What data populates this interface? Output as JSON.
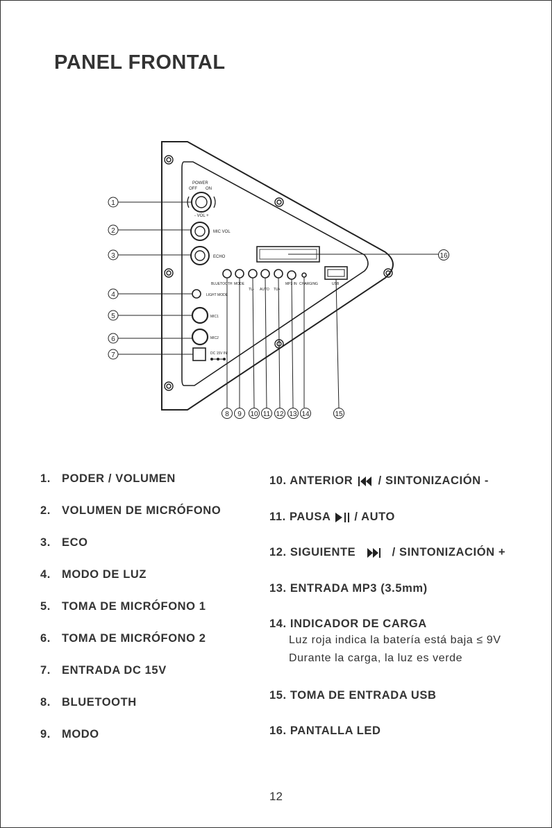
{
  "page": {
    "title": "PANEL FRONTAL",
    "page_number": "12"
  },
  "diagram": {
    "labels": {
      "power": "POWER",
      "off": "OFF",
      "on": "ON",
      "vol": "- VOL +",
      "mic_vol": "MIC VOL",
      "echo": "ECHO",
      "bluetooth": "BLUETOOTH",
      "mode": "MODE",
      "prev": "TU-",
      "auto": "AUTO",
      "next": "TU+",
      "mp3in": "MP3 IN",
      "charging": "CHARGING",
      "usb": "USB",
      "light_mode": "LIGHT MODE",
      "mic1": "MIC1",
      "mic2": "MIC2",
      "dc": "DC 15V IN"
    },
    "callouts": [
      "1",
      "2",
      "3",
      "4",
      "5",
      "6",
      "7",
      "8",
      "9",
      "10",
      "11",
      "12",
      "13",
      "14",
      "15",
      "16"
    ]
  },
  "left_list": [
    {
      "num": "1.",
      "text": "PODER / VOLUMEN"
    },
    {
      "num": "2.",
      "text": "VOLUMEN DE MICRÓFONO"
    },
    {
      "num": "3.",
      "text": "ECO"
    },
    {
      "num": "4.",
      "text": "MODO DE LUZ"
    },
    {
      "num": "5.",
      "text": "TOMA DE MICRÓFONO 1"
    },
    {
      "num": "6.",
      "text": "TOMA DE MICRÓFONO 2"
    },
    {
      "num": "7.",
      "text": "ENTRADA DC 15V"
    },
    {
      "num": "8.",
      "text": "BLUETOOTH"
    },
    {
      "num": "9.",
      "text": "MODO"
    }
  ],
  "right_list": {
    "i10_a": "10. ANTERIOR",
    "i10_b": "/ SINTONIZACIÓN -",
    "i11_a": "11. PAUSA",
    "i11_b": "/ AUTO",
    "i12_a": "12. SIGUIENTE",
    "i12_b": "/ SINTONIZACIÓN +",
    "i13": "13. ENTRADA MP3 (3.5mm)",
    "i14": "14. INDICADOR DE CARGA",
    "i14_sub1_a": "Luz roja indica la batería está baja",
    "i14_sub1_b": "≤",
    "i14_sub1_c": "9V",
    "i14_sub2": "Durante la carga, la luz es verde",
    "i15": "15. TOMA DE ENTRADA USB",
    "i16": "16. PANTALLA LED"
  },
  "icons": {
    "prev": "skip-previous-icon",
    "play_pause": "play-pause-icon",
    "next": "skip-next-icon"
  }
}
